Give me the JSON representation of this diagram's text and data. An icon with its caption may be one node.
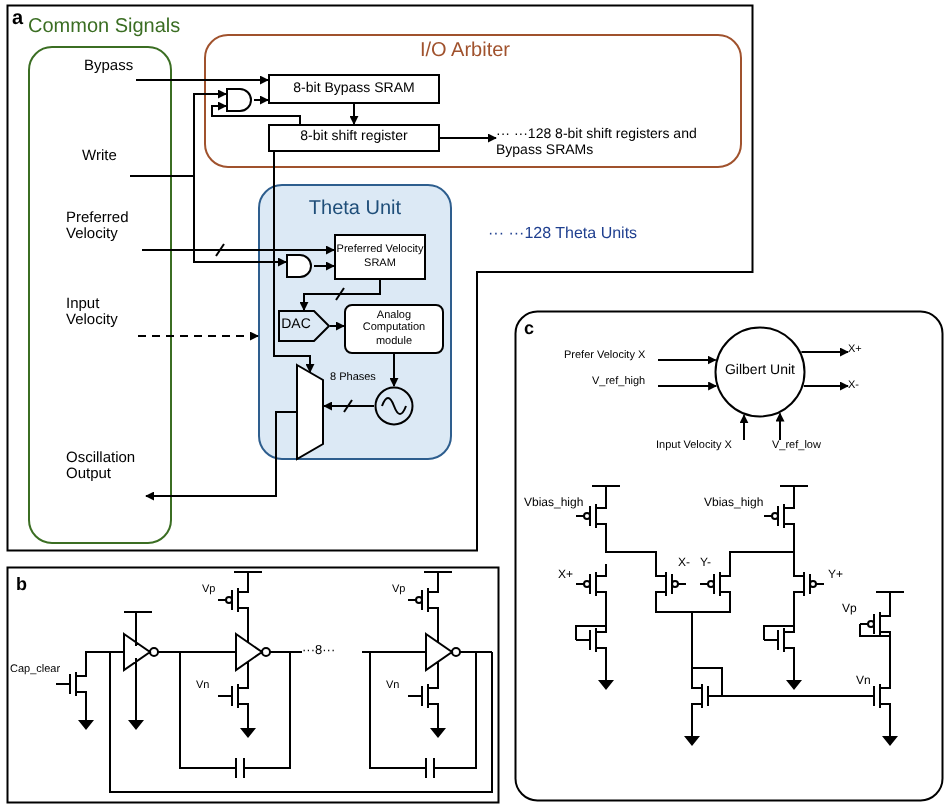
{
  "diagram": {
    "nodes": [
      {
        "text": [
          "a"
        ]
      },
      {
        "text": [
          "Common Signals"
        ],
        "in": 0
      },
      {
        "text": [
          "Bypass"
        ],
        "in": 1
      },
      {
        "text": [
          "Write"
        ],
        "in": 1
      },
      {
        "text": [
          "Preferred Velocity"
        ],
        "in": 1
      },
      {
        "text": [
          "Input Velocity"
        ],
        "in": 1
      },
      {
        "text": [
          "Oscillation Output"
        ],
        "in": 1
      },
      {
        "text": [
          "I/O Arbiter"
        ],
        "in": 0
      },
      {
        "text": [
          "8-bit Bypass SRAM"
        ],
        "in": 7
      },
      {
        "text": [
          "8-bit shift register"
        ],
        "in": 7
      },
      {
        "text": [],
        "shape": "gate",
        "in": 7
      },
      {
        "text": [
          "··· ···128 8-bit shift registers and Bypass SRAMs"
        ],
        "in": 7
      },
      {
        "text": [
          "Theta Unit"
        ],
        "in": 0
      },
      {
        "text": [
          "Preferred Velocity SRAM"
        ],
        "in": 12
      },
      {
        "text": [],
        "shape": "gate",
        "in": 12
      },
      {
        "text": [
          "DAC"
        ],
        "in": 12
      },
      {
        "text": [
          "Analog Computation module"
        ],
        "in": 12
      },
      {
        "text": [],
        "shape": "circle",
        "in": 12
      },
      {
        "text": [],
        "shape": "trapezoid",
        "in": 12
      },
      {
        "text": [
          "b"
        ]
      },
      {
        "text": [
          "c"
        ]
      },
      {
        "text": [
          "Gilbert Unit"
        ],
        "in": 20
      },
      {
        "text": [
          "Prefer Velocity X"
        ],
        "in": 20
      },
      {
        "text": [
          "V_ref_high"
        ],
        "in": 20
      },
      {
        "text": [
          "Input Velocity X"
        ],
        "in": 20
      },
      {
        "text": [
          "V_ref_low"
        ],
        "in": 20
      },
      {
        "text": [
          "X+"
        ],
        "in": 20
      },
      {
        "text": [
          "X-"
        ],
        "in": 20
      }
    ],
    "edges": [
      {
        "from": 2,
        "to": 8,
        "arrow": "to"
      },
      {
        "from": 3,
        "to": 10,
        "arrow": "to"
      },
      {
        "from": 3,
        "to": 14,
        "arrow": "to"
      },
      {
        "from": 10,
        "to": 8,
        "arrow": "to"
      },
      {
        "from": 8,
        "to": 9,
        "arrow": "to"
      },
      {
        "from": 9,
        "to": 10,
        "arrow": "to"
      },
      {
        "from": 9,
        "to": 11,
        "arrow": "to"
      },
      {
        "from": 9,
        "to": 18,
        "arrow": "to"
      },
      {
        "from": 4,
        "to": 13,
        "arrow": "to"
      },
      {
        "from": 14,
        "to": 13,
        "arrow": "to"
      },
      {
        "from": 13,
        "to": 15,
        "arrow": "to"
      },
      {
        "from": 15,
        "to": 16,
        "arrow": "to"
      },
      {
        "from": 16,
        "to": 17,
        "arrow": "to"
      },
      {
        "from": 17,
        "to": 18,
        "arrow": "to",
        "label": "8 Phases"
      },
      {
        "from": 18,
        "to": 6,
        "arrow": "to"
      },
      {
        "from": 5,
        "to": 12,
        "arrow": "to",
        "style": "dashed"
      },
      {
        "from": 22,
        "to": 21,
        "arrow": "to"
      },
      {
        "from": 23,
        "to": 21,
        "arrow": "to"
      },
      {
        "from": 24,
        "to": 21,
        "arrow": "to"
      },
      {
        "from": 25,
        "to": 21,
        "arrow": "to"
      },
      {
        "from": 21,
        "to": 26,
        "arrow": "to"
      },
      {
        "from": 21,
        "to": 27,
        "arrow": "to"
      }
    ],
    "labels": [
      "··· ···128 Theta Units",
      "Cap_clear",
      "Vp",
      "Vn",
      "···8···",
      "Vp",
      "Vn",
      "Vbias_high",
      "Vbias_high",
      "X+",
      "X-",
      "Y-",
      "Y+",
      "Vp",
      "Vn"
    ]
  }
}
